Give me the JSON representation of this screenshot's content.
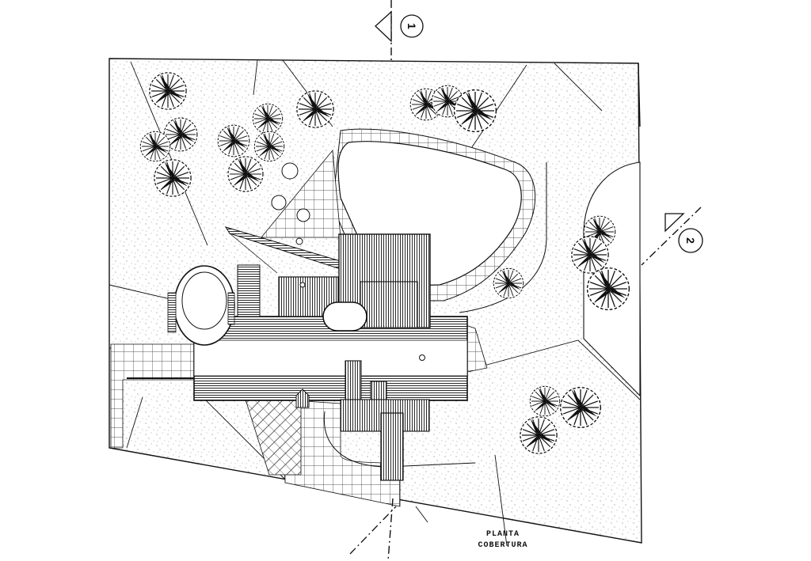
{
  "drawing": {
    "title_line1": "PLANTA",
    "title_line2": "COBERTURA"
  },
  "section_markers": [
    {
      "id": "section-1",
      "label": "1"
    },
    {
      "id": "section-2",
      "label": "2"
    }
  ],
  "colors": {
    "ink": "#111111",
    "paper": "#ffffff"
  },
  "icons": {
    "tree": "tree-symbol-icon",
    "section": "section-cut-marker-icon",
    "north": "north-arrow-icon"
  }
}
